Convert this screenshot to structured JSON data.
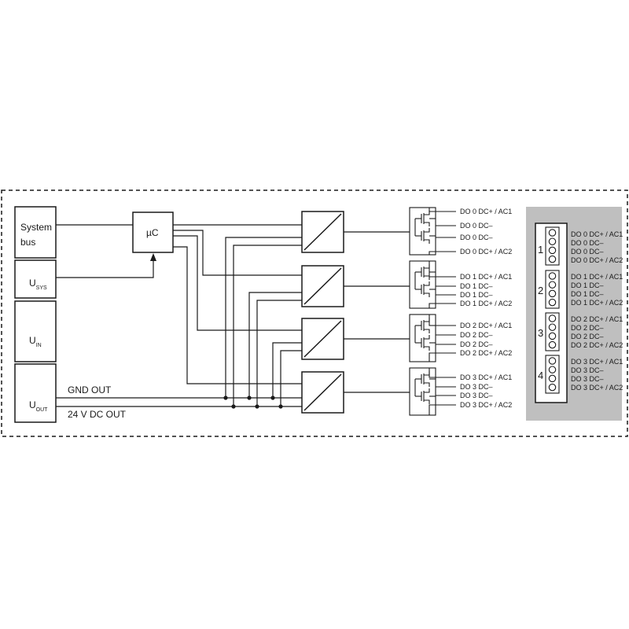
{
  "blocks": {
    "system_bus": [
      "System",
      "bus"
    ],
    "usys": {
      "main": "U",
      "sub": "SYS"
    },
    "uin": {
      "main": "U",
      "sub": "IN"
    },
    "uout": {
      "main": "U",
      "sub": "OUT"
    },
    "uc": "µC"
  },
  "rails": {
    "gnd": "GND OUT",
    "v24": "24 V DC OUT"
  },
  "channels": [
    {
      "terminals": [
        "DO 0 DC+ / AC1",
        "DO 0 DC–",
        "DO 0 DC–",
        "DO 0 DC+ / AC2"
      ]
    },
    {
      "terminals": [
        "DO 1 DC+ / AC1",
        "DO 1 DC–",
        "DO 1 DC–",
        "DO 1 DC+ / AC2"
      ]
    },
    {
      "terminals": [
        "DO 2 DC+ / AC1",
        "DO 2 DC–",
        "DO 2 DC–",
        "DO 2 DC+ / AC2"
      ]
    },
    {
      "terminals": [
        "DO 3 DC+ / AC1",
        "DO 3 DC–",
        "DO 3 DC–",
        "DO 3 DC+ / AC2"
      ]
    }
  ],
  "connector": {
    "groups": [
      {
        "number": "1",
        "labels": [
          "DO 0 DC+ / AC1",
          "DO 0 DC–",
          "DO 0 DC–",
          "DO 0 DC+ / AC2"
        ]
      },
      {
        "number": "2",
        "labels": [
          "DO 1 DC+ / AC1",
          "DO 1 DC–",
          "DO 1 DC–",
          "DO 1 DC+ / AC2"
        ]
      },
      {
        "number": "3",
        "labels": [
          "DO 2 DC+ / AC1",
          "DO 2 DC–",
          "DO 2 DC–",
          "DO 2 DC+ / AC2"
        ]
      },
      {
        "number": "4",
        "labels": [
          "DO 3 DC+ / AC1",
          "DO 3 DC–",
          "DO 3 DC–",
          "DO 3 DC+ / AC2"
        ]
      }
    ]
  },
  "colors": {
    "line": "#1a1a1a",
    "panel": "#bfbfbf",
    "background": "#ffffff"
  }
}
